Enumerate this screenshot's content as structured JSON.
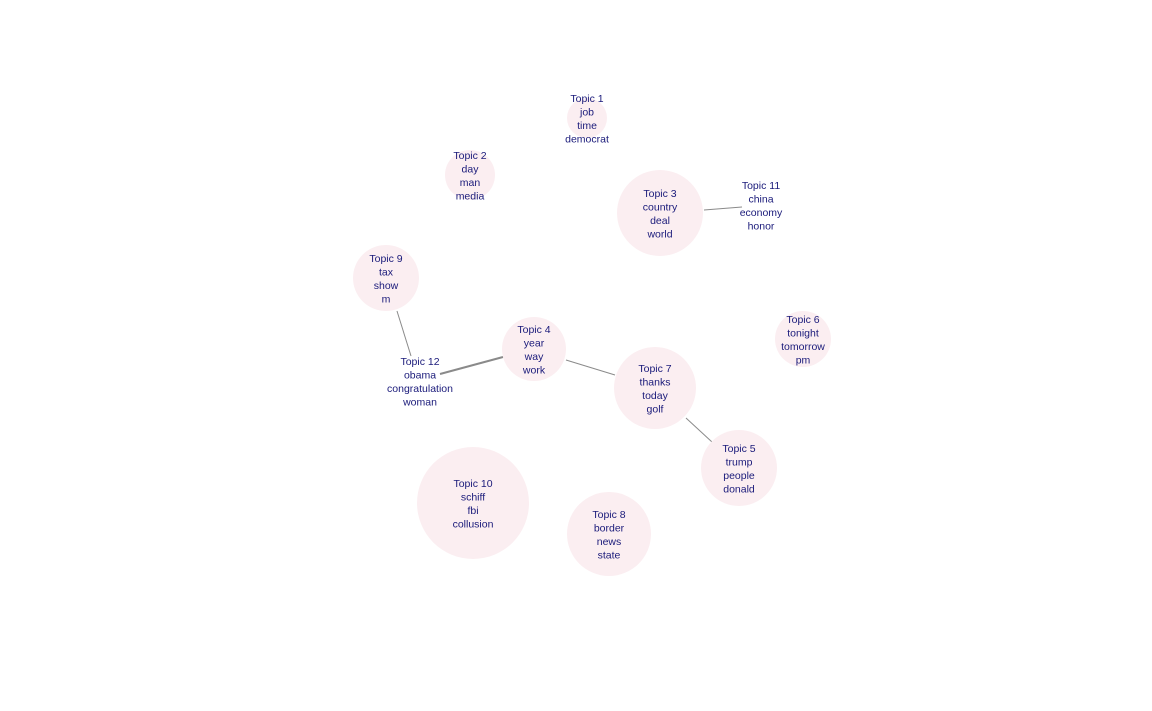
{
  "background_color": "#ffffff",
  "node_fill_color": "#fbeef1",
  "edge_color": "#8a8a8a",
  "label_color": "#1a1a7a",
  "topics": [
    {
      "id": 1,
      "title": "Topic 1",
      "words": [
        "job",
        "time",
        "democrat"
      ]
    },
    {
      "id": 2,
      "title": "Topic 2",
      "words": [
        "day",
        "man",
        "media"
      ]
    },
    {
      "id": 3,
      "title": "Topic 3",
      "words": [
        "country",
        "deal",
        "world"
      ]
    },
    {
      "id": 4,
      "title": "Topic 4",
      "words": [
        "year",
        "way",
        "work"
      ]
    },
    {
      "id": 5,
      "title": "Topic 5",
      "words": [
        "trump",
        "people",
        "donald"
      ]
    },
    {
      "id": 6,
      "title": "Topic 6",
      "words": [
        "tonight",
        "tomorrow",
        "pm"
      ]
    },
    {
      "id": 7,
      "title": "Topic 7",
      "words": [
        "thanks",
        "today",
        "golf"
      ]
    },
    {
      "id": 8,
      "title": "Topic 8",
      "words": [
        "border",
        "news",
        "state"
      ]
    },
    {
      "id": 9,
      "title": "Topic 9",
      "words": [
        "tax",
        "show",
        "m"
      ]
    },
    {
      "id": 10,
      "title": "Topic 10",
      "words": [
        "schiff",
        "fbi",
        "collusion"
      ]
    },
    {
      "id": 11,
      "title": "Topic 11",
      "words": [
        "china",
        "economy",
        "honor"
      ]
    },
    {
      "id": 12,
      "title": "Topic 12",
      "words": [
        "obama",
        "congratulation",
        "woman"
      ]
    }
  ],
  "edges": [
    {
      "source": 3,
      "target": 11
    },
    {
      "source": 9,
      "target": 12
    },
    {
      "source": 12,
      "target": 4
    },
    {
      "source": 4,
      "target": 7
    },
    {
      "source": 7,
      "target": 5
    }
  ]
}
